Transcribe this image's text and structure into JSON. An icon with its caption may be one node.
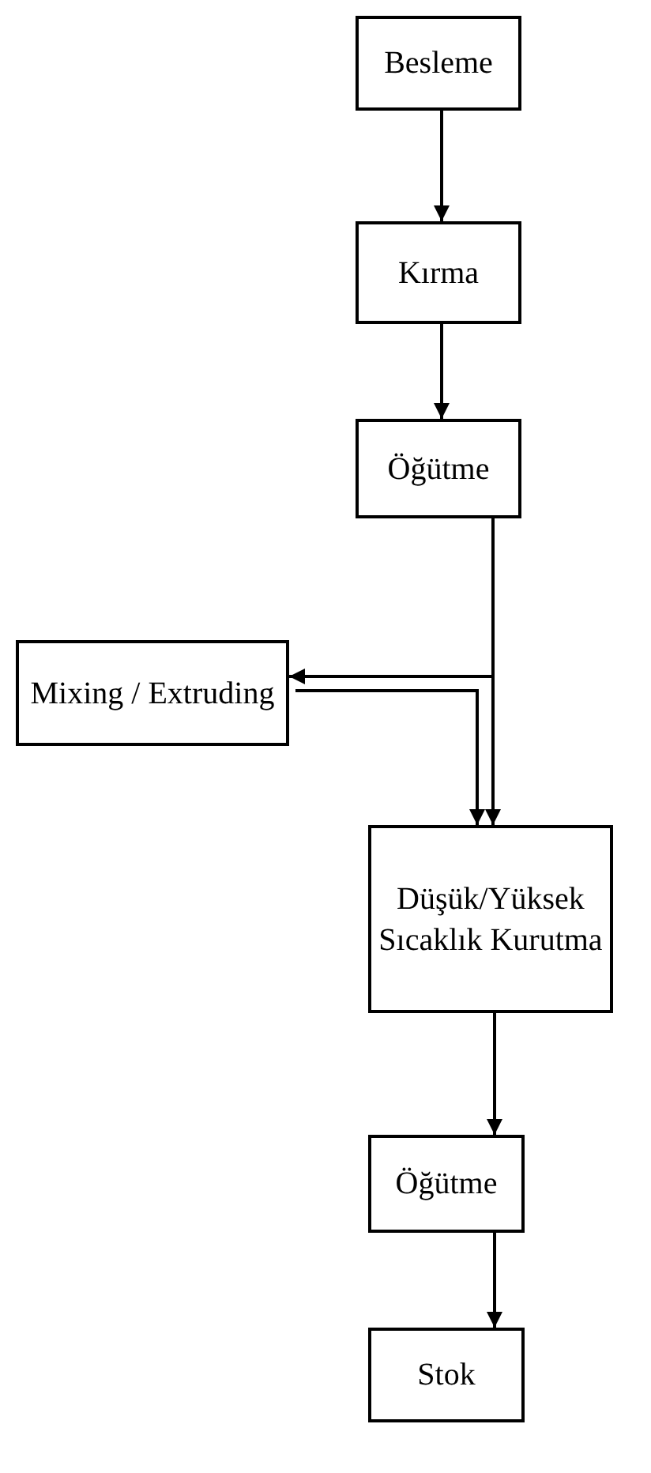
{
  "diagram": {
    "nodes": [
      {
        "text": [
          "Besleme"
        ]
      },
      {
        "text": [
          "Kırma"
        ]
      },
      {
        "text": [
          "Öğütme"
        ]
      },
      {
        "text": [
          "Mixing / Extruding"
        ]
      },
      {
        "text": [
          "Düşük/Yüksek Sıcaklık Kurutma"
        ]
      },
      {
        "text": [
          "Öğütme"
        ]
      },
      {
        "text": [
          "Stok"
        ]
      }
    ],
    "edges": [
      {
        "from": 0,
        "to": 1,
        "arrow": "to"
      },
      {
        "from": 1,
        "to": 2,
        "arrow": "to"
      },
      {
        "from": 2,
        "to": 3,
        "arrow": "to"
      },
      {
        "from": 2,
        "to": 4,
        "arrow": "to"
      },
      {
        "from": 3,
        "to": 4,
        "arrow": "to"
      },
      {
        "from": 4,
        "to": 5,
        "arrow": "to"
      },
      {
        "from": 5,
        "to": 6,
        "arrow": "to"
      }
    ]
  }
}
